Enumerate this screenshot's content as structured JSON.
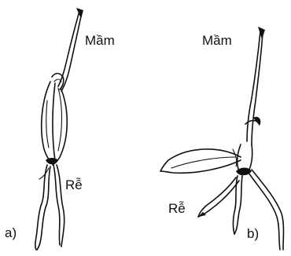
{
  "figure_a": {
    "panel_label": "a)",
    "shoot_label": "Mầm",
    "root_label": "Rễ"
  },
  "figure_b": {
    "panel_label": "b)",
    "shoot_label": "Mầm",
    "root_label": "Rễ"
  },
  "colors": {
    "ink": "#111111",
    "background": "#ffffff"
  }
}
